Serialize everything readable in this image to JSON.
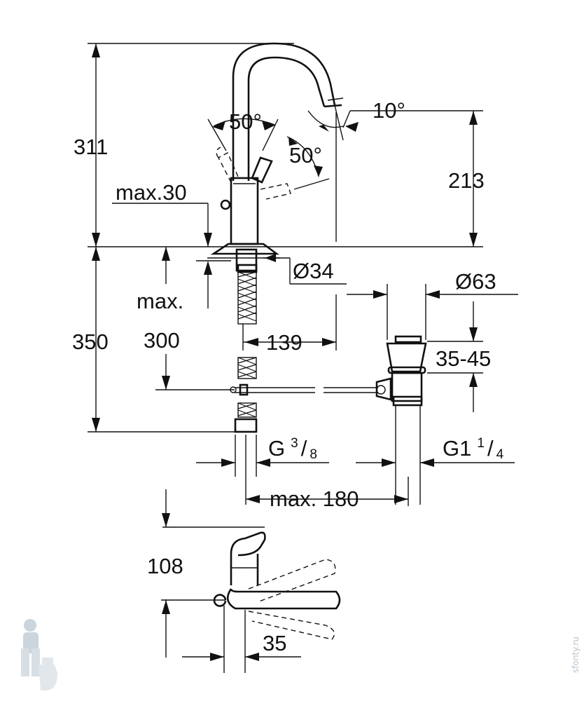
{
  "dimensions": {
    "height_total": "311",
    "spout_height": "213",
    "handle_angle_left": "50°",
    "handle_angle_right": "50°",
    "spout_angle": "10°",
    "deck_thickness_label": "max.30",
    "hole_diameter": "Ø34",
    "waste_diameter": "Ø63",
    "max_label": "max.",
    "hose_length_label": "300",
    "below_deck_total": "350",
    "spout_reach": "139",
    "popup_range": "35-45",
    "thread_supply_main": "G",
    "thread_supply_num": "3",
    "thread_supply_den": "8",
    "thread_waste_main": "G1",
    "thread_waste_num": "1",
    "thread_waste_den": "4",
    "waste_offset": "max. 180",
    "lever_height": "108",
    "lever_offset": "35"
  },
  "watermark": {
    "text": "sfonty.ru",
    "logo": "plumber-mascot-icon"
  },
  "colors": {
    "line": "#111111",
    "watermark": "#b8c4cc"
  }
}
